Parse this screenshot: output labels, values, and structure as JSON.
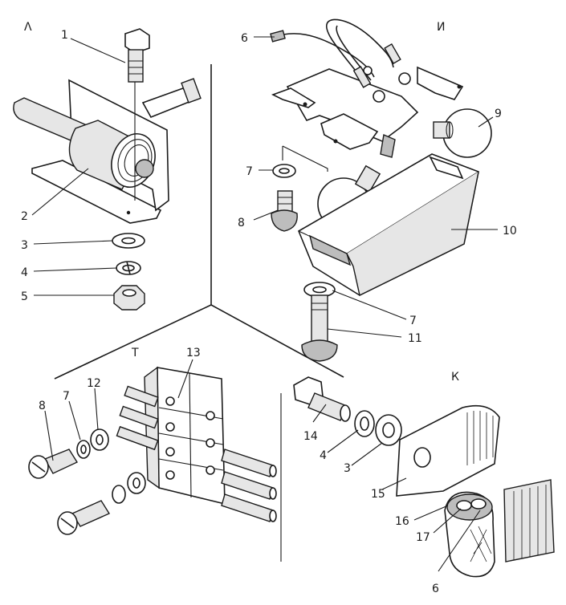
{
  "sections": {
    "L": "Λ",
    "I": "И",
    "T": "Т",
    "K": "К"
  },
  "callouts": [
    {
      "key": "c1",
      "text": "1"
    },
    {
      "key": "c2",
      "text": "2"
    },
    {
      "key": "c3",
      "text": "3"
    },
    {
      "key": "c4",
      "text": "4"
    },
    {
      "key": "c5",
      "text": "5"
    },
    {
      "key": "c6a",
      "text": "6"
    },
    {
      "key": "c7a",
      "text": "7"
    },
    {
      "key": "c8a",
      "text": "8"
    },
    {
      "key": "c9",
      "text": "9"
    },
    {
      "key": "c10",
      "text": "10"
    },
    {
      "key": "c7b",
      "text": "7"
    },
    {
      "key": "c11",
      "text": "11"
    },
    {
      "key": "c13",
      "text": "13"
    },
    {
      "key": "c8b",
      "text": "8"
    },
    {
      "key": "c7c",
      "text": "7"
    },
    {
      "key": "c12",
      "text": "12"
    },
    {
      "key": "c14",
      "text": "14"
    },
    {
      "key": "c4b",
      "text": "4"
    },
    {
      "key": "c3b",
      "text": "3"
    },
    {
      "key": "c15",
      "text": "15"
    },
    {
      "key": "c16",
      "text": "16"
    },
    {
      "key": "c17",
      "text": "17"
    },
    {
      "key": "c6b",
      "text": "6"
    }
  ]
}
